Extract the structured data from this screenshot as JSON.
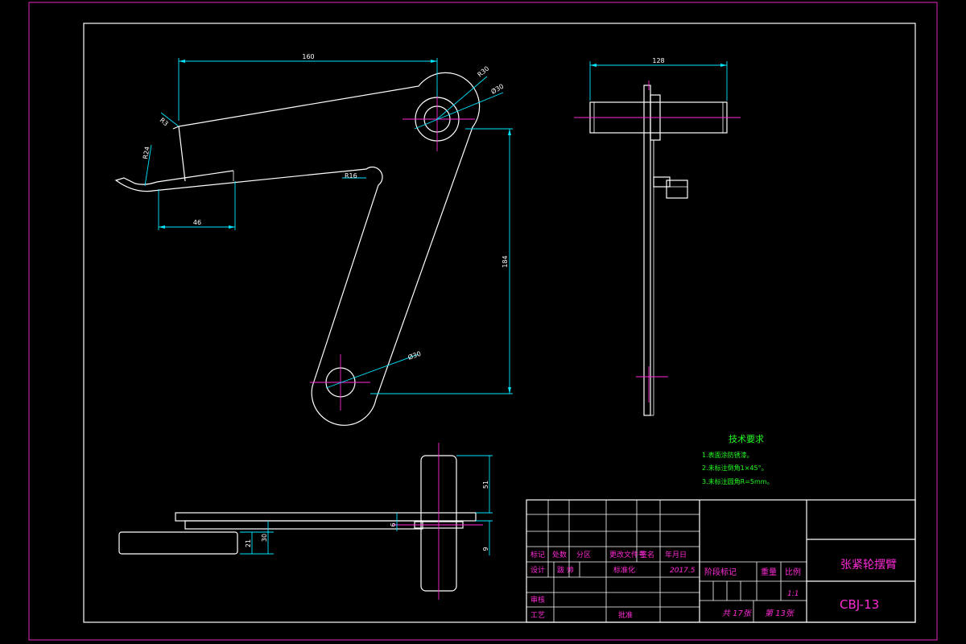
{
  "dimensions": {
    "top_width": "160",
    "r30": "R30",
    "d30_top": "Ø30",
    "r3": "R3",
    "r24": "R24",
    "r16": "R16",
    "w46": "46",
    "h184": "184",
    "d30_bottom": "Ø30",
    "w128": "128",
    "h51": "51",
    "h6": "6",
    "h21": "21",
    "h30": "30",
    "h9": "9"
  },
  "notes": {
    "title": "技术要求",
    "lines": [
      "1.表面涂防锈漆。",
      "2.未标注倒角1×45°。",
      "3.未标注圆角R=5mm。"
    ]
  },
  "title_block": {
    "header_row": [
      "标记",
      "处数",
      "分区",
      "更改文件号",
      "签名",
      "年月日"
    ],
    "design_label": "设计",
    "designer": "跋 帅",
    "standardization": "标准化",
    "date": "2017.5",
    "stage_mark": "阶段标记",
    "weight": "重量",
    "scale_label": "比例",
    "scale": "1:1",
    "review": "审核",
    "process": "工艺",
    "approve": "批准",
    "total_sheets": "共 17张",
    "sheet_no": "第 13张",
    "part_name": "张紧轮摆臂",
    "drawing_no": "CBJ-13"
  },
  "colors": {
    "outline": "#ffffff",
    "dimension": "#00e5ff",
    "centerline": "#ff2bd6",
    "notes": "#22ff22",
    "frame": "#ff2bd6"
  }
}
